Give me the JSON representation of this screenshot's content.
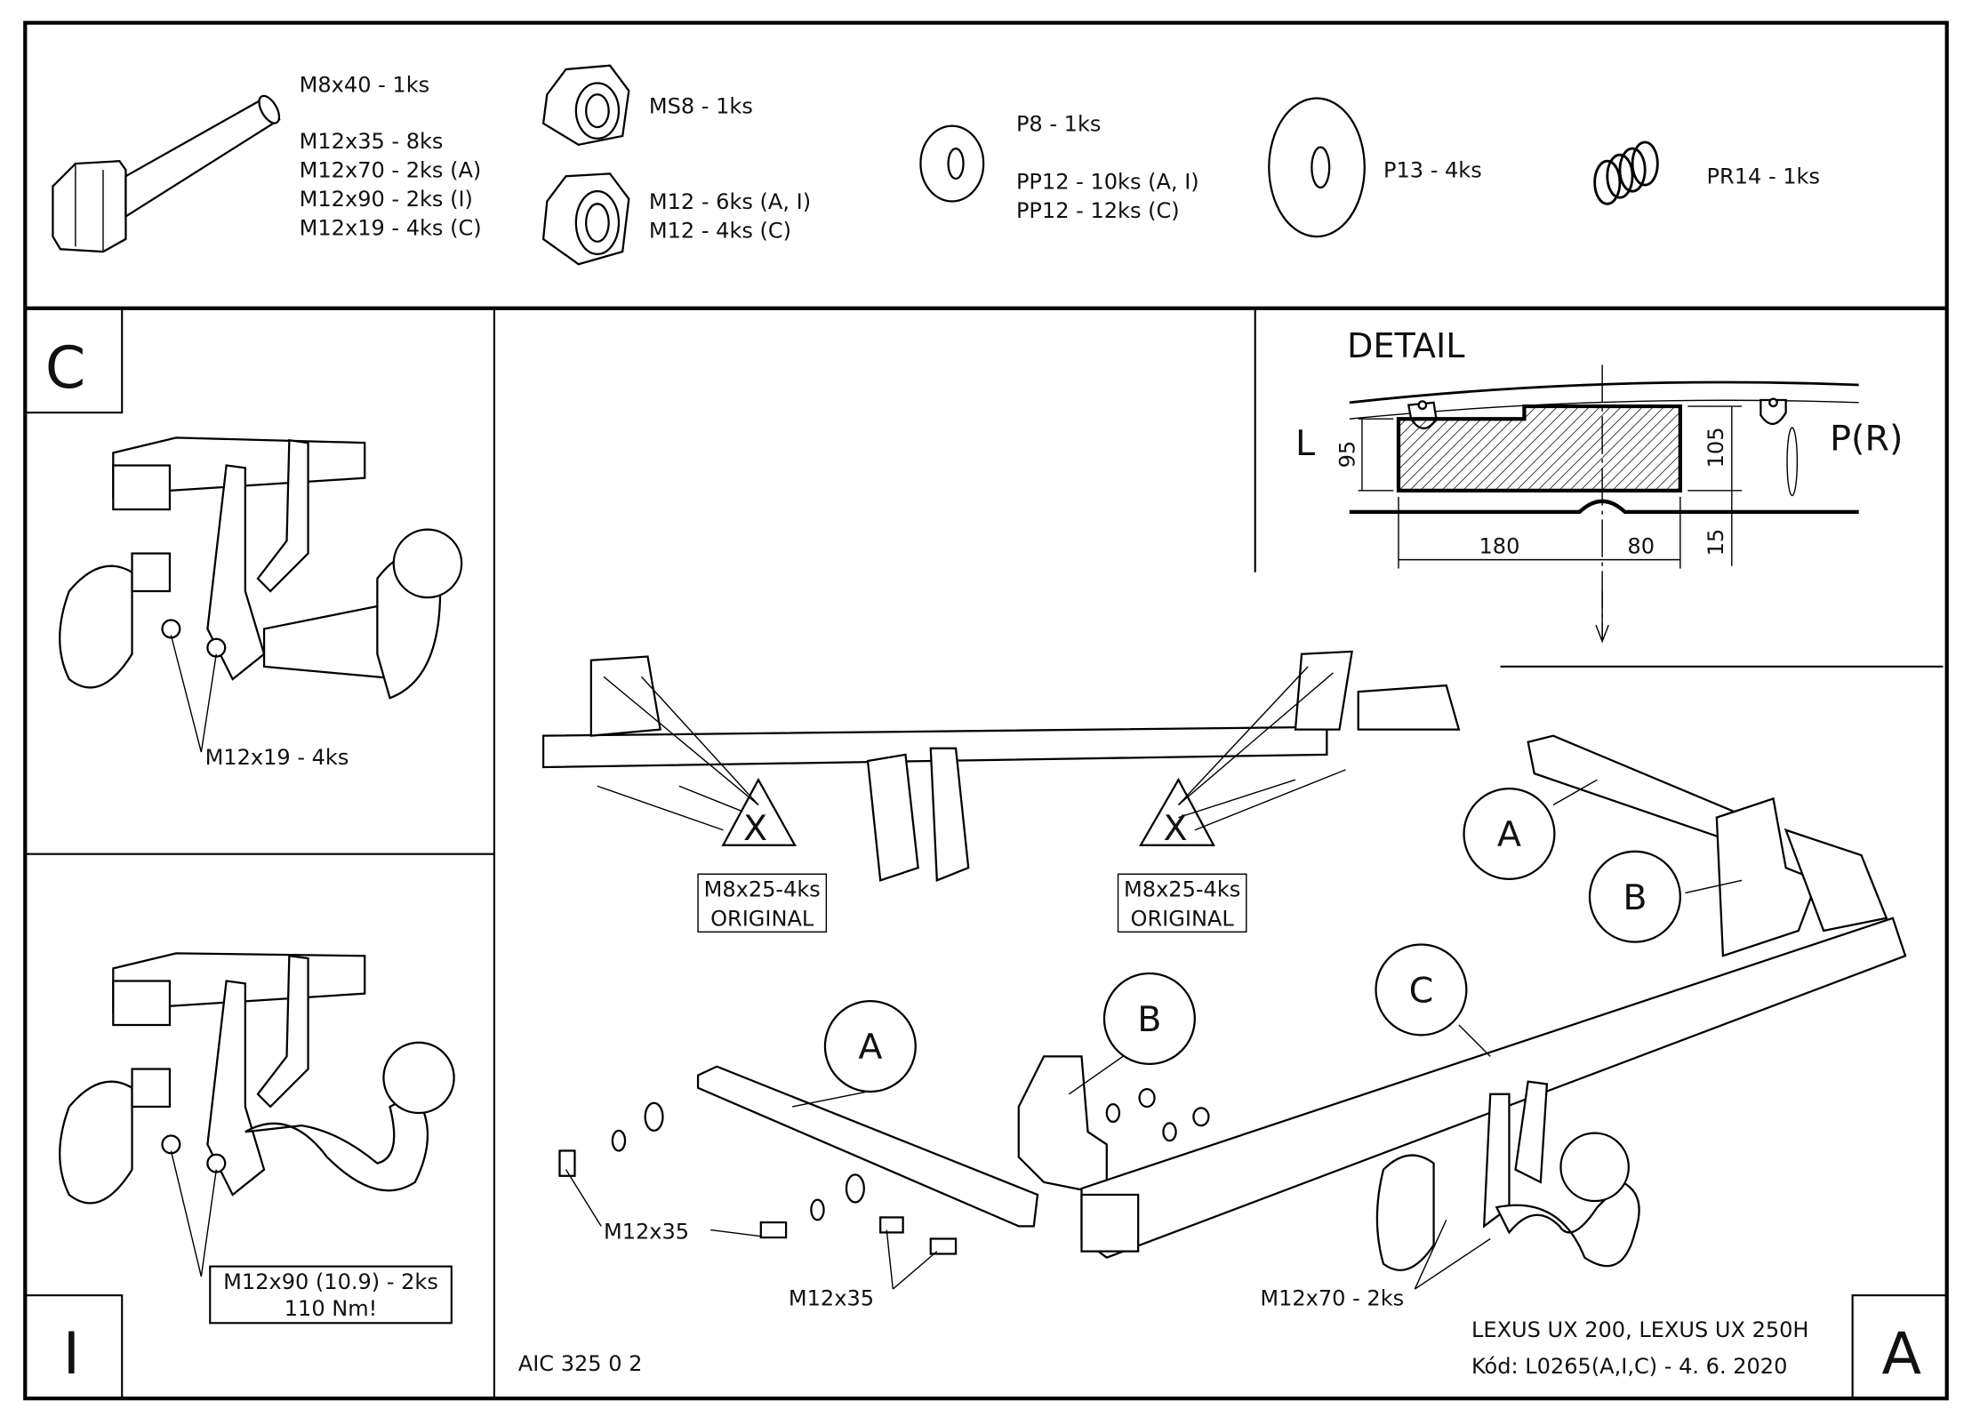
{
  "hardware": {
    "bolts": [
      "M8x40 - 1ks",
      "M12x35 - 8ks",
      "M12x70 - 2ks (A)",
      "M12x90 - 2ks (I)",
      "M12x19 - 4ks (C)"
    ],
    "nut_ms8": "MS8 - 1ks",
    "nuts_m12": [
      "M12 - 6ks (A, I)",
      "M12 - 4ks (C)"
    ],
    "washers_p": [
      "P8 - 1ks",
      "PP12 - 10ks (A, I)",
      "PP12 - 12ks (C)"
    ],
    "washer_p13": "P13 - 4ks",
    "spring": "PR14 - 1ks"
  },
  "panel_c": {
    "letter": "C",
    "label": "M12x19 - 4ks"
  },
  "panel_i": {
    "letter": "I",
    "label_line1": "M12x90 (10.9) - 2ks",
    "label_line2": "110 Nm!"
  },
  "detail": {
    "title": "DETAIL",
    "left": "L",
    "right": "P(R)",
    "dims": {
      "h_left": "95",
      "h_right": "105",
      "w_left": "180",
      "w_right": "80",
      "gap": "15"
    }
  },
  "main": {
    "x_marker": "X",
    "original_label_line1": "M8x25-4ks",
    "original_label_line2": "ORIGINAL",
    "part_a": "A",
    "part_b": "B",
    "part_c": "C",
    "bolt_label": "M12x35",
    "bolt_m12x70": "M12x70 - 2ks",
    "drawing_no": "AIC 325 0 2",
    "vehicle": "LEXUS UX 200, LEXUS UX 250H",
    "code": "Kód: L0265(A,I,C) - 4. 6. 2020",
    "panel_letter": "A"
  }
}
